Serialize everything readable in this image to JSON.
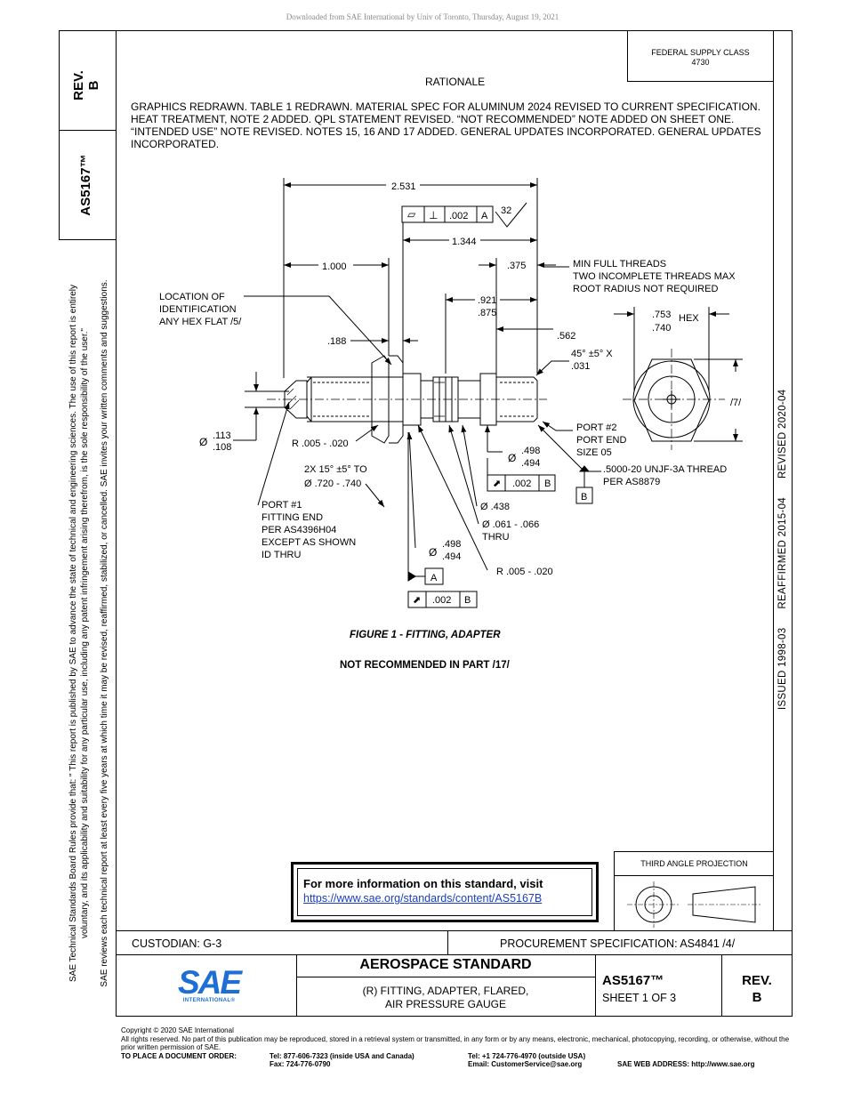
{
  "download_notice": "Downloaded from SAE International by Univ of Toronto, Thursday, August 19, 2021",
  "side_box": {
    "rev_label": "REV.",
    "rev_value": "B",
    "doc_number": "AS5167™"
  },
  "side_text": {
    "line1": "SAE Technical Standards Board Rules provide that: \" This report is published by SAE to advance the state of technical and engineering sciences. The use of this report is entirely",
    "line2": "voluntary, and its applicability and suitability for any particular use, including any patent infringement arising therefrom, is the sole responsibility of the user.\"",
    "line3": "SAE reviews each technical report at least every five years at which time it may be revised, reaffirmed, stabilized, or cancelled. SAE invites your written comments and suggestions."
  },
  "federal_supply": {
    "label": "FEDERAL SUPPLY CLASS",
    "value": "4730"
  },
  "right_column": {
    "issued": "ISSUED 1998-03",
    "reaffirmed": "REAFFIRMED 2015-04",
    "revised": "REVISED 2020-04"
  },
  "rationale": {
    "title": "RATIONALE",
    "body": "GRAPHICS REDRAWN. TABLE 1 REDRAWN. MATERIAL SPEC FOR ALUMINUM 2024 REVISED TO CURRENT SPECIFICATION. HEAT TREATMENT, NOTE 2 ADDED. QPL STATEMENT REVISED. “NOT RECOMMENDED” NOTE ADDED ON SHEET ONE. “INTENDED USE” NOTE REVISED. NOTES 15, 16 AND 17 ADDED. GENERAL UPDATES INCORPORATED. GENERAL UPDATES INCORPORATED."
  },
  "drawing": {
    "dim_overall": "2.531",
    "fcf_top": {
      "flat_symbol": "▱",
      "perp_symbol": "⊥",
      "tol": ".002",
      "datum": "A"
    },
    "surface_finish": "32",
    "dim_1344": "1.344",
    "dim_1000": "1.000",
    "dim_375": ".375",
    "thread_note": [
      "MIN FULL THREADS",
      "TWO INCOMPLETE THREADS MAX",
      "ROOT RADIUS NOT REQUIRED"
    ],
    "location_note": [
      "LOCATION OF",
      "IDENTIFICATION",
      "ANY HEX FLAT  /5/"
    ],
    "dim_921": ".921",
    "dim_875": ".875",
    "hex_a": ".753",
    "hex_b": ".740",
    "hex_label": "HEX",
    "dim_188": ".188",
    "dim_562": ".562",
    "chamfer": [
      "45° ±5° X",
      ".031"
    ],
    "note7": "/7/",
    "dia_sym": "Ø",
    "dia113": ".113",
    "dia108": ".108",
    "radius1": "R .005 - .020",
    "chamfer15": [
      "2X 15° ±5° TO",
      "Ø .720 - .740"
    ],
    "port1": [
      "PORT #1",
      "FITTING END",
      "PER AS4396H04",
      "EXCEPT AS SHOWN",
      "ID THRU"
    ],
    "port2": [
      "PORT #2",
      "PORT END",
      "SIZE 05"
    ],
    "thread_spec": [
      ".5000-20 UNJF-3A THREAD",
      "PER AS8879"
    ],
    "dia498a": ".498",
    "dia494a": ".494",
    "fcf_b": {
      "tol": ".002",
      "datum": "B"
    },
    "datum_b": "B",
    "dia438": "Ø .438",
    "hole": [
      "Ø .061 - .066",
      "THRU"
    ],
    "dia498b": ".498",
    "dia494b": ".494",
    "radius2": "R .005 - .020",
    "datum_a": "A",
    "fcf_bottom": {
      "tol": ".002",
      "datum": "B"
    }
  },
  "figure_caption": "FIGURE 1 - FITTING, ADAPTER",
  "not_recommended": "NOT RECOMMENDED IN PART /17/",
  "info_box": {
    "title": "For more information on this standard, visit",
    "link": "https://www.sae.org/standards/content/AS5167B"
  },
  "projection_label": "THIRD ANGLE PROJECTION",
  "title_block": {
    "custodian": "CUSTODIAN: G-3",
    "procurement": "PROCUREMENT SPECIFICATION: AS4841 /4/",
    "logo_text": "SAE",
    "logo_sub": "INTERNATIONAL®",
    "heading": "AEROSPACE STANDARD",
    "desc1": "(R) FITTING, ADAPTER, FLARED,",
    "desc2": "AIR PRESSURE GAUGE",
    "doc_number": "AS5167™",
    "sheet": "SHEET 1 OF 3",
    "rev_label": "REV.",
    "rev_value": "B"
  },
  "footer": {
    "copyright": "Copyright © 2020 SAE International",
    "rights": "All rights reserved. No part of this publication may be reproduced, stored in a retrieval system or transmitted, in any form or by any means, electronic, mechanical, photocopying, recording, or otherwise, without the prior written permission of SAE.",
    "order_label": "TO PLACE A DOCUMENT ORDER:",
    "tel_us": "Tel: 877-606-7323 (inside USA and Canada)",
    "fax": "Fax: 724-776-0790",
    "tel_intl": "Tel: +1 724-776-4970 (outside USA)",
    "email": "Email: CustomerService@sae.org",
    "web": "SAE WEB ADDRESS: http://www.sae.org"
  },
  "colors": {
    "link": "#1a3ec4",
    "logo_blue": "#1d6fd6",
    "notice_gray": "#8a8a8a"
  }
}
